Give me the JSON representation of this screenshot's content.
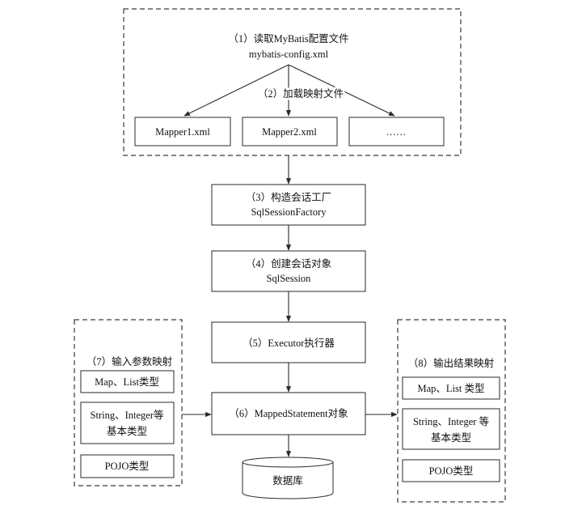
{
  "config": {
    "label": "（1）读取MyBatis配置文件",
    "filename": "mybatis-config.xml",
    "load_label": "（2）加载映射文件",
    "mappers": [
      "Mapper1.xml",
      "Mapper2.xml",
      "……"
    ]
  },
  "factory": {
    "label": "（3）构造会话工厂",
    "name": "SqlSessionFactory"
  },
  "session": {
    "label": "（4）创建会话对象",
    "name": "SqlSession"
  },
  "executor": {
    "label": "（5）Executor执行器"
  },
  "statement": {
    "label": "（6）MappedStatement对象"
  },
  "database": {
    "label": "数据库"
  },
  "input_mapping": {
    "title": "（7）输入参数映射",
    "items": [
      {
        "lines": [
          "Map、List类型"
        ]
      },
      {
        "lines": [
          "String、Integer等",
          "基本类型"
        ]
      },
      {
        "lines": [
          "POJO类型"
        ]
      }
    ]
  },
  "output_mapping": {
    "title": "（8）输出结果映射",
    "items": [
      {
        "lines": [
          "Map、List 类型"
        ]
      },
      {
        "lines": [
          "String、Integer 等",
          "基本类型"
        ]
      },
      {
        "lines": [
          "POJO类型"
        ]
      }
    ]
  }
}
